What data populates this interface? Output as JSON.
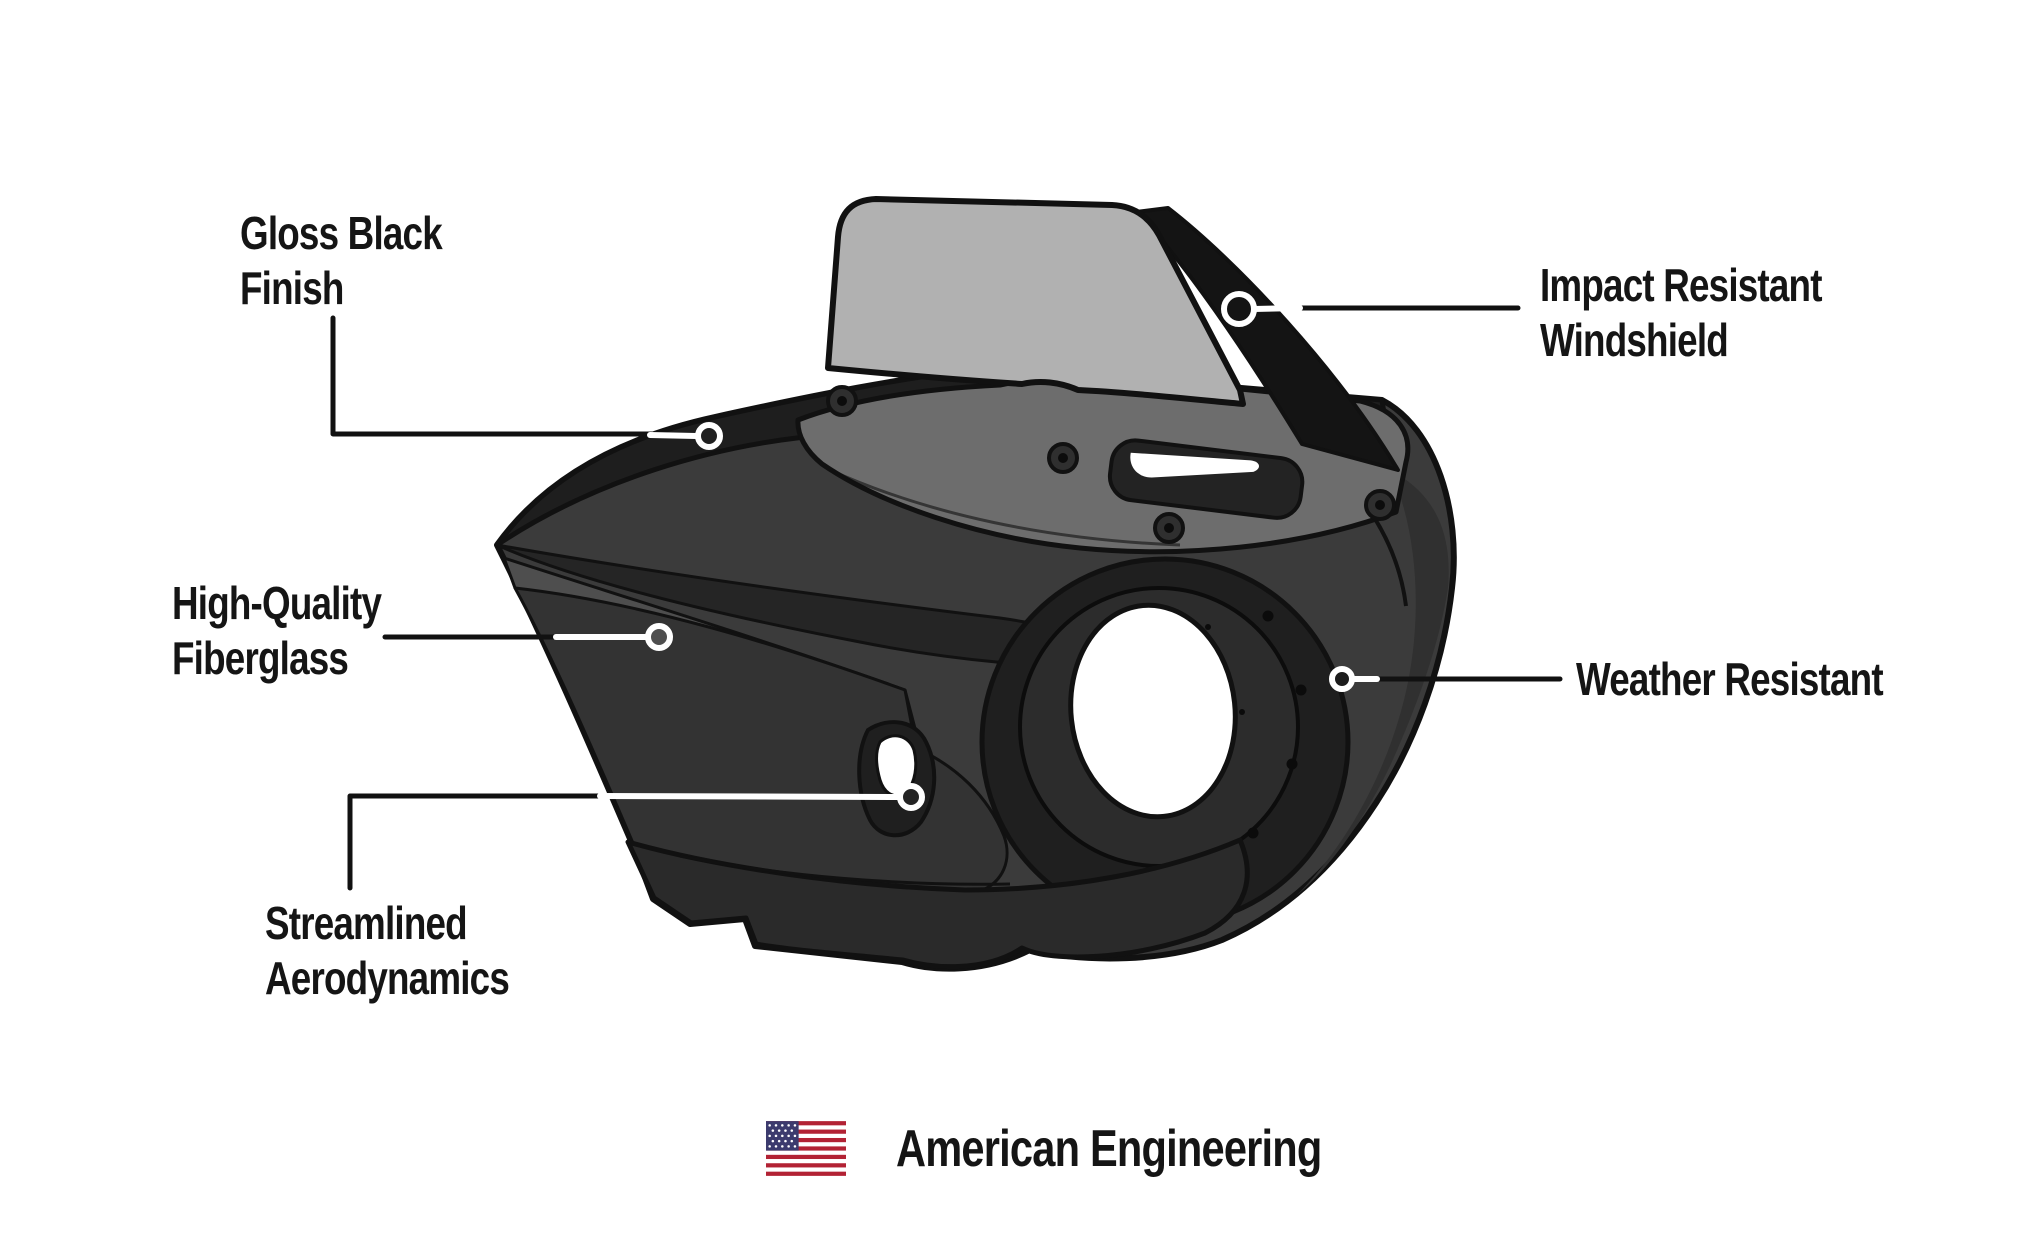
{
  "page": {
    "background": "#ffffff"
  },
  "diagram": {
    "subject": "motorcycle-quarter-fairing-feature-diagram",
    "callouts": [
      {
        "id": "gloss-black-finish",
        "label": "Gloss Black\nFinish"
      },
      {
        "id": "high-quality-fiberglass",
        "label": "High-Quality\nFiberglass"
      },
      {
        "id": "streamlined-aerodynamics",
        "label": "Streamlined\nAerodynamics"
      },
      {
        "id": "impact-resistant-windshield",
        "label": "Impact Resistant\nWindshield"
      },
      {
        "id": "weather-resistant",
        "label": "Weather Resistant"
      }
    ],
    "footer": {
      "label": "American Engineering",
      "flag_icon": "us-flag"
    },
    "colors": {
      "label_text": "#151515",
      "callout_line": "#111111",
      "marker_ring": "#ffffff",
      "windshield_gray": "#b1b1b1",
      "trim_gray": "#6d6d6d",
      "body_gray": "#3b3b3b",
      "gloss_black": "#1e1e1e",
      "flag_red": "#b22234",
      "flag_blue": "#3c3b6e"
    }
  }
}
